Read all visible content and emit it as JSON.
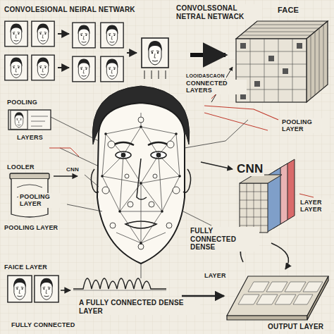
{
  "diagram": {
    "title": "CONVOLESIONAL NEIRAL NETWARK",
    "labels": [
      "CONVOLSSONAL NETRAL NETWACK",
      "FACE",
      "LOOIDASCAON",
      "CONNECTED LAYERS",
      "POOLING",
      "POOLING LAYER",
      "LAYERS",
      "LOOLER",
      "CNN",
      "CNN",
      "POOLING LAYER",
      "POOLING LAYER",
      "LAYER LAYER",
      "FULLY CONNECTED DENSE",
      "FAICE LAYER",
      "LAYER",
      "A FULLY CONNECTED DENSE LAYER",
      "FULLY CONNECTED",
      "OUTPUT LAYER"
    ]
  }
}
